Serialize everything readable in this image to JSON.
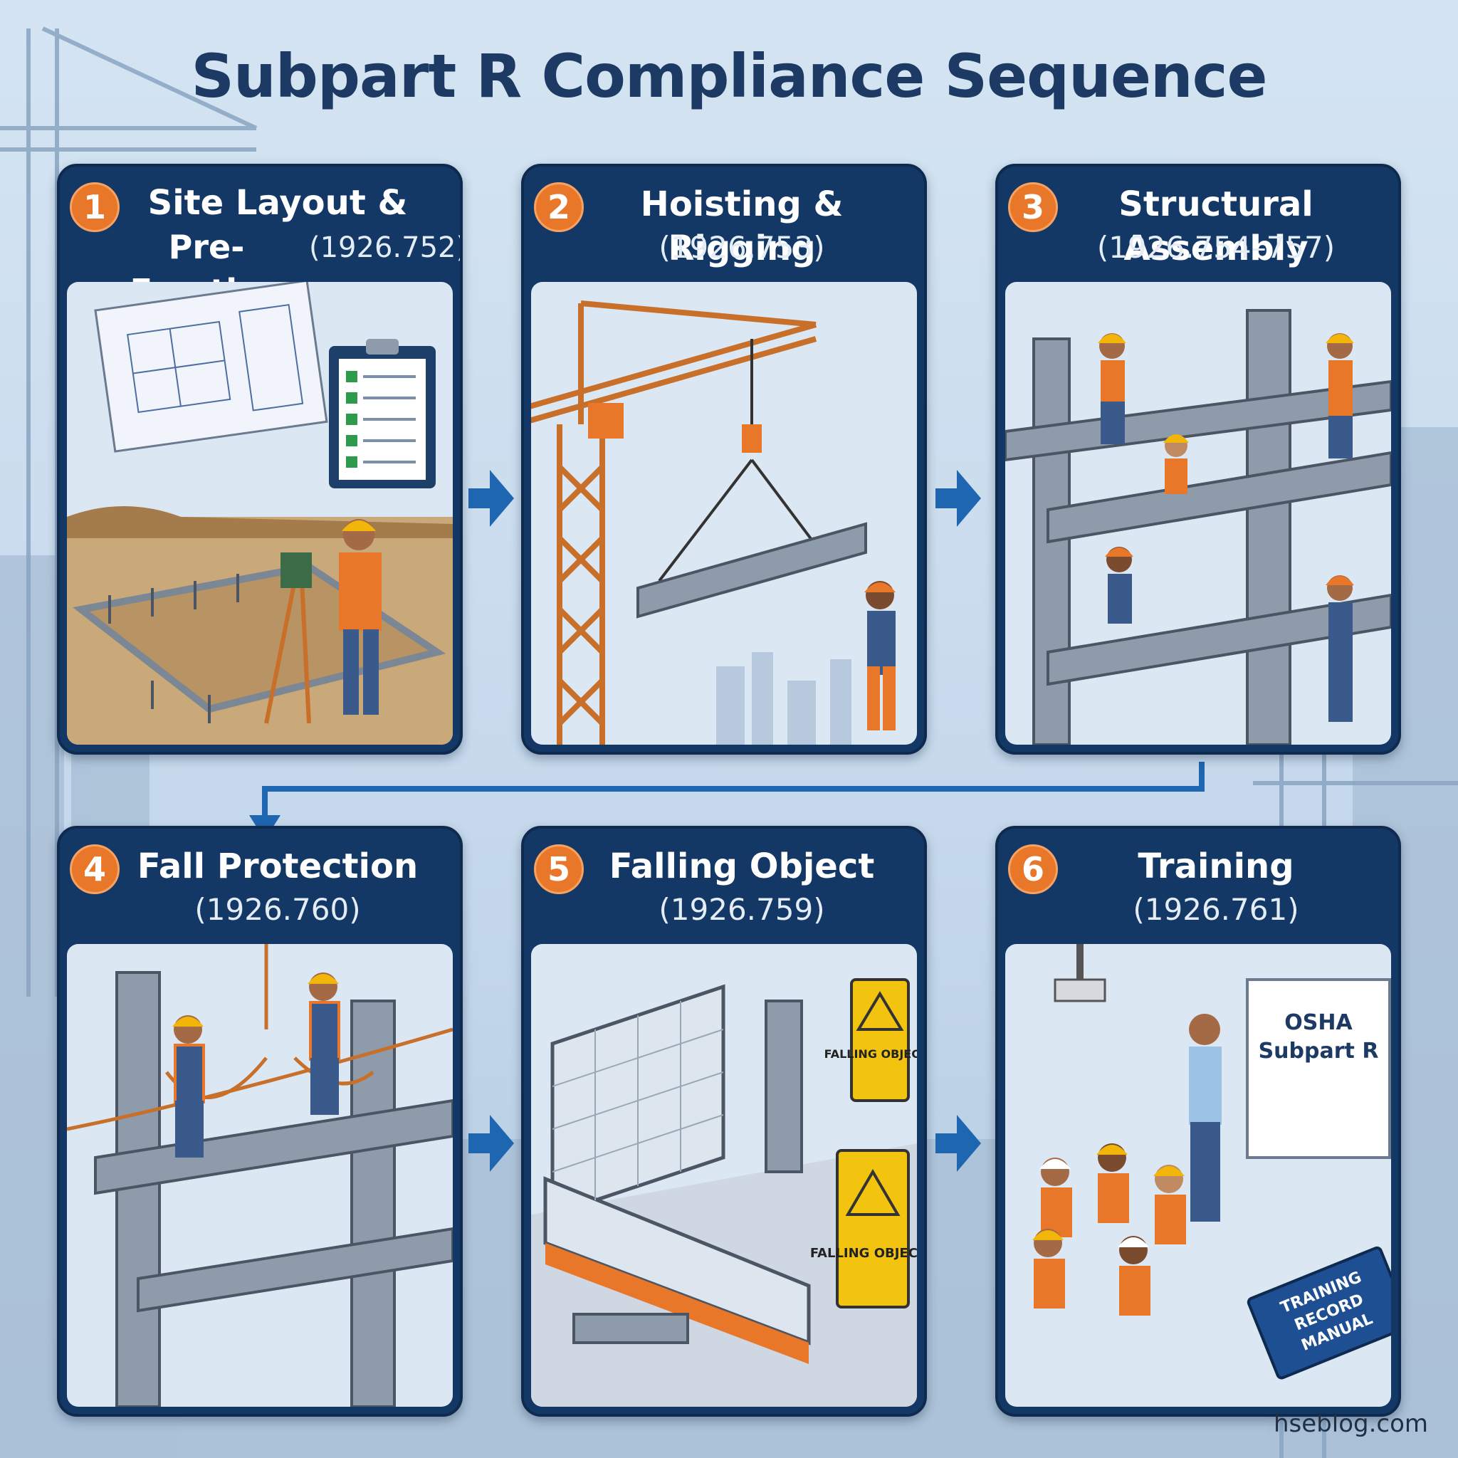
{
  "title": "Subpart R Compliance Sequence",
  "steps": [
    {
      "number": "1",
      "title": "Site Layout &",
      "title_line2": "Pre-Erection",
      "code": "(1926.752)"
    },
    {
      "number": "2",
      "title": "Hoisting & Rigging",
      "code": "(1926.753)"
    },
    {
      "number": "3",
      "title": "Structural Assembly",
      "code": "(1926.754–757)"
    },
    {
      "number": "4",
      "title": "Fall Protection",
      "code": "(1926.760)"
    },
    {
      "number": "5",
      "title": "Falling Object",
      "code": "(1926.759)"
    },
    {
      "number": "6",
      "title": "Training",
      "code": "(1926.761)"
    }
  ],
  "signs": {
    "falling_objects": "FALLING OBJECTS"
  },
  "whiteboard": {
    "line1": "OSHA",
    "line2": "Subpart R"
  },
  "manual": {
    "line1": "TRAINING",
    "line2": "RECORD",
    "line3": "MANUAL"
  },
  "footer": "hseblog.com",
  "colors": {
    "navy": "#143866",
    "orange": "#e8772a",
    "steel": "#8e9bab",
    "sky": "#dbe8f4"
  }
}
